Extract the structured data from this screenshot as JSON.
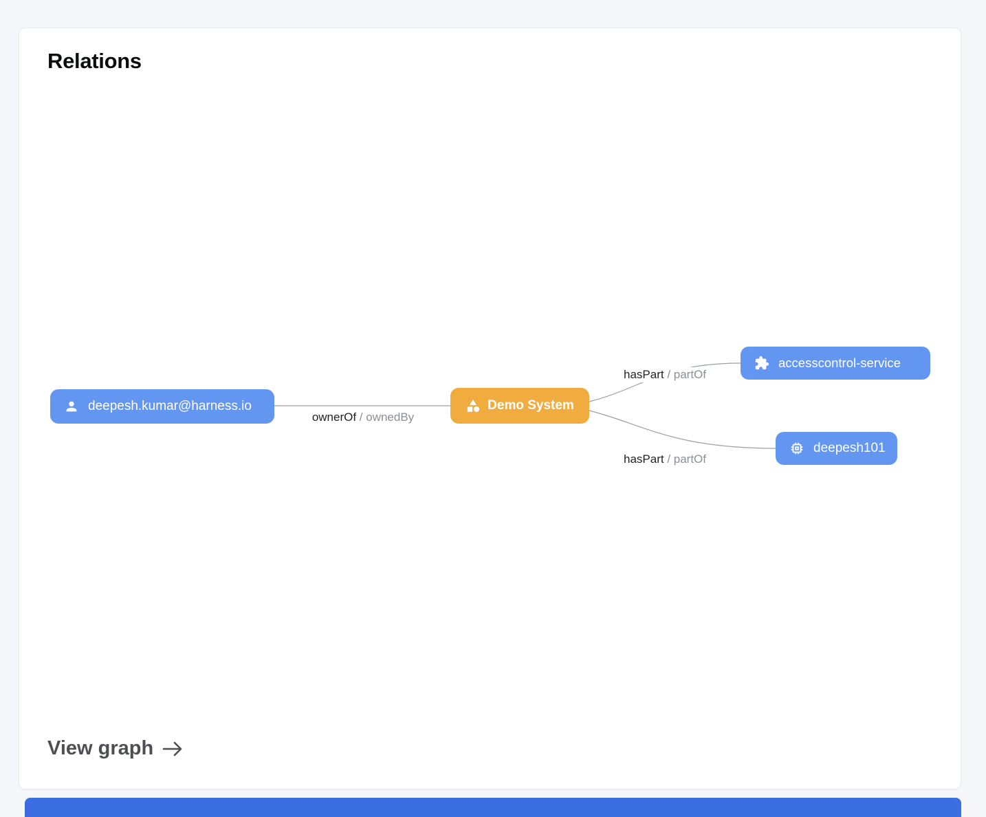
{
  "card": {
    "title": "Relations",
    "footer": {
      "view_graph_label": "View graph"
    }
  },
  "colors": {
    "node_blue": "#6296F1",
    "node_orange": "#F1AC40",
    "edge_line": "#9aa0a6",
    "bottom_bar": "#3B6EE0"
  },
  "graph": {
    "nodes": [
      {
        "label": "deepesh.kumar@harness.io",
        "icon": "person-icon"
      },
      {
        "label": "Demo System",
        "icon": "category-icon"
      },
      {
        "label": "accesscontrol-service",
        "icon": "puzzle-icon"
      },
      {
        "label": "deepesh101",
        "icon": "chip-icon"
      }
    ],
    "edges": [
      {
        "label_primary": "ownerOf",
        "label_secondary": "/ ownedBy"
      },
      {
        "label_primary": "hasPart",
        "label_secondary": "/ partOf"
      },
      {
        "label_primary": "hasPart",
        "label_secondary": "/ partOf"
      }
    ]
  }
}
